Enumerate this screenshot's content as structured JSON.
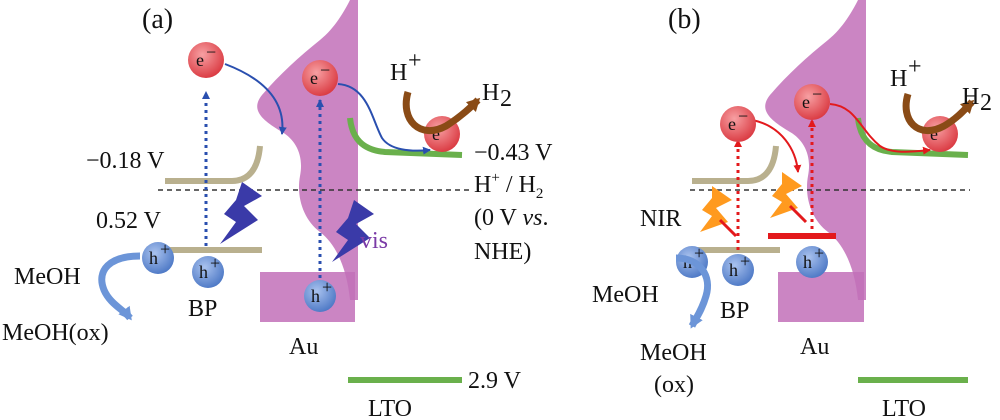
{
  "panels": {
    "a": {
      "tag": "(a)",
      "label_bp": "BP",
      "label_au": "Au",
      "label_lto": "LTO",
      "v_cb_bp": "−0.18 V",
      "v_vb_bp": "0.52 V",
      "v_cb_lto": "−0.43 V",
      "v_vb_lto": "2.9 V",
      "ref_line1": "H",
      "ref_line1_sup": "+",
      "ref_line1_b": " / H",
      "ref_line1_sub": "2",
      "ref_line2a": "(0 V ",
      "ref_line2_vs": "vs",
      "ref_line2b": ".",
      "ref_line3": "NHE)",
      "light": "vis",
      "meoh": "MeOH",
      "meoh_ox": "MeOH(ox)",
      "proton": "H",
      "proton_sup": "+",
      "hydrogen": "H",
      "hydrogen_sub": "2",
      "electron": "e",
      "electron_sup": "−",
      "hole": "h",
      "hole_sup": "+"
    },
    "b": {
      "tag": "(b)",
      "label_bp": "BP",
      "label_au": "Au",
      "label_lto": "LTO",
      "light": "NIR",
      "meoh": "MeOH",
      "meoh_ox_1": "MeOH",
      "meoh_ox_2": "(ox)",
      "proton": "H",
      "proton_sup": "+",
      "hydrogen": "H",
      "hydrogen_sub": "2",
      "electron": "e",
      "electron_sup": "−",
      "hole": "h",
      "hole_sup": "+"
    }
  },
  "colors": {
    "bp_band": "#b9b08e",
    "au_fill": "#c270b8",
    "lto_band": "#6ab04c",
    "electron": "#e24b52",
    "hole": "#5b86cf",
    "blue_path": "#2a4faf",
    "red_path": "#e3191c",
    "arrow_brown": "#8a4b16",
    "meoh_arrow": "#6c95d8",
    "lightning_vis": "#3a3aa8",
    "vis_text": "#7a3aa6",
    "nir_flash": "#ff9a1f"
  }
}
